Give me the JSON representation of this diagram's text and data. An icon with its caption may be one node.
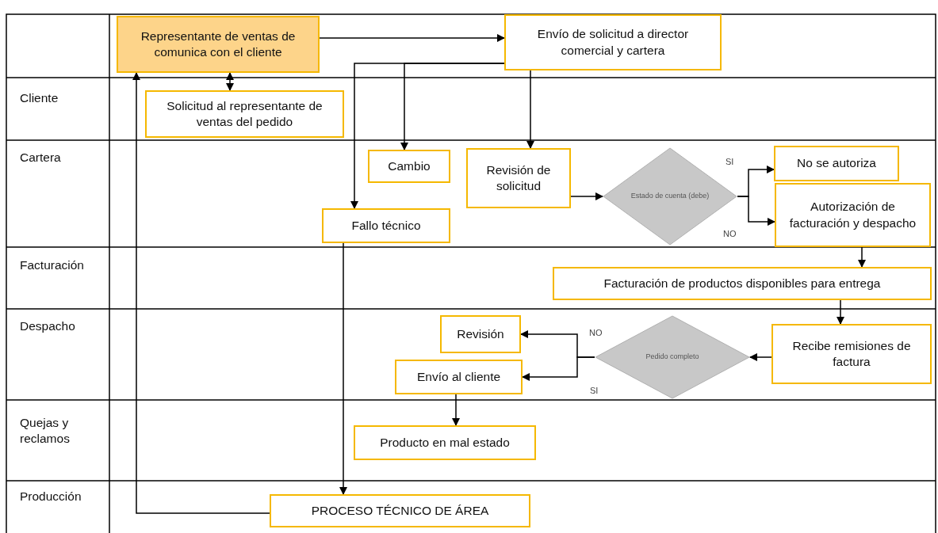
{
  "diagram": {
    "nodes": [
      {
        "text": [
          "Representante de ventas de comunica con el cliente"
        ]
      },
      {
        "text": [
          "Envío de solicitud a director comercial y cartera"
        ]
      },
      {
        "text": [
          "Solicitud al representante de ventas del pedido"
        ]
      },
      {
        "text": [
          "Cambio"
        ]
      },
      {
        "text": [
          "Revisión de solicitud"
        ]
      },
      {
        "text": [
          "Estado de cuenta (debe)"
        ]
      },
      {
        "text": [
          "No se autoriza"
        ]
      },
      {
        "text": [
          "Autorización de facturación y despacho"
        ]
      },
      {
        "text": [
          "Fallo técnico"
        ]
      },
      {
        "text": [
          "Facturación de productos disponibles para entrega"
        ]
      },
      {
        "text": [
          "Recibe remisiones de factura"
        ]
      },
      {
        "text": [
          "Pedido completo"
        ]
      },
      {
        "text": [
          "Revisión"
        ]
      },
      {
        "text": [
          "Envío al cliente"
        ]
      },
      {
        "text": [
          "Producto en mal estado"
        ]
      },
      {
        "text": [
          "PROCESO TÉCNICO DE ÁREA"
        ]
      }
    ],
    "edges": [
      {
        "from": 0,
        "to": 1,
        "arrow": "to"
      },
      {
        "from": 0,
        "to": 2,
        "arrow": "both"
      },
      {
        "from": 1,
        "to": 3,
        "arrow": "to"
      },
      {
        "from": 1,
        "to": 8,
        "arrow": "to"
      },
      {
        "from": 1,
        "to": 4,
        "arrow": "to"
      },
      {
        "from": 4,
        "to": 5,
        "arrow": "to"
      },
      {
        "from": 5,
        "to": 6,
        "arrow": "to",
        "label": "SI"
      },
      {
        "from": 5,
        "to": 7,
        "arrow": "to",
        "label": "NO"
      },
      {
        "from": 7,
        "to": 9,
        "arrow": "to"
      },
      {
        "from": 9,
        "to": 10,
        "arrow": "to"
      },
      {
        "from": 10,
        "to": 11,
        "arrow": "to"
      },
      {
        "from": 11,
        "to": 12,
        "arrow": "to",
        "label": "NO"
      },
      {
        "from": 11,
        "to": 13,
        "arrow": "to",
        "label": "SI"
      },
      {
        "from": 13,
        "to": 14,
        "arrow": "to"
      },
      {
        "from": 8,
        "to": 15,
        "arrow": "to"
      },
      {
        "from": 15,
        "to": 0,
        "arrow": "to"
      }
    ],
    "labels": [
      "Cliente",
      "Cartera",
      "Facturación",
      "Despacho",
      "Quejas y reclamos",
      "Producción"
    ]
  }
}
